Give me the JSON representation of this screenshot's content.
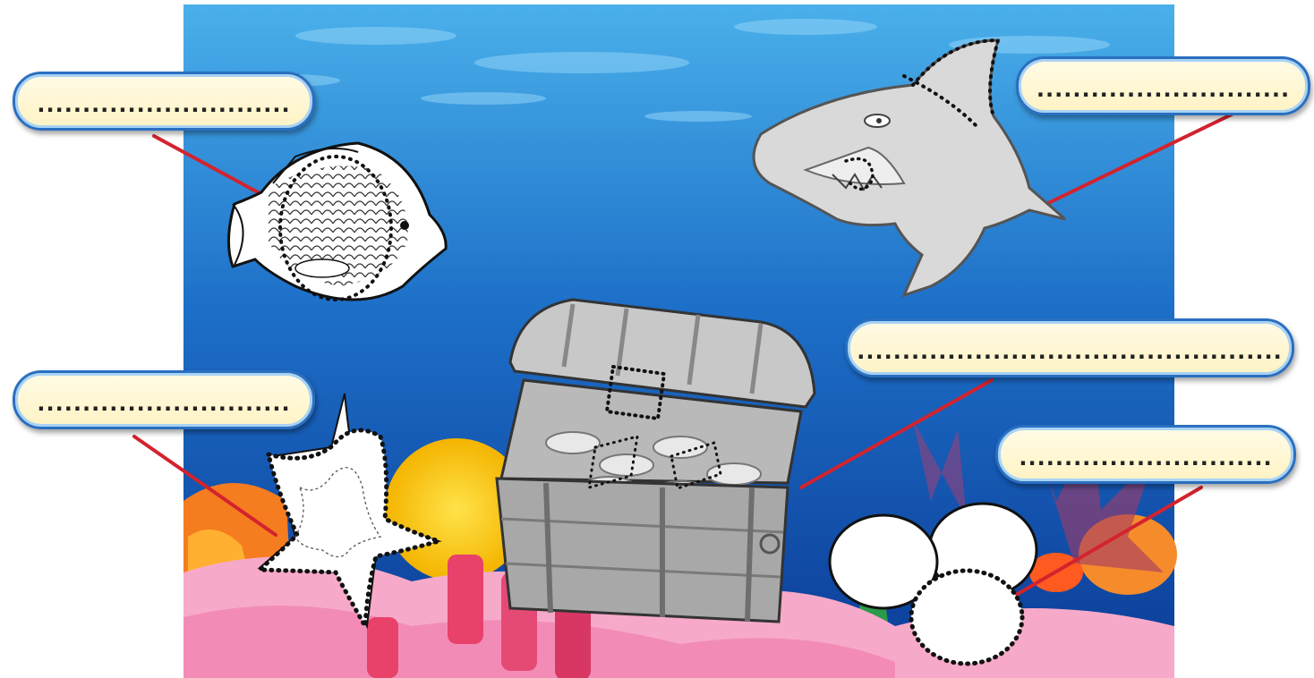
{
  "colors": {
    "water_top": "#3aa3e0",
    "water_bottom": "#0d3d9a",
    "pointer_line": "#d3232e",
    "box_border": "#2a6fc0",
    "box_fill": "#fff6d0"
  },
  "labels": [
    {
      "id": "fish",
      "text": "............................"
    },
    {
      "id": "shark",
      "text": "............................"
    },
    {
      "id": "starfish",
      "text": "............................"
    },
    {
      "id": "chest",
      "text": "..............................................."
    },
    {
      "id": "bubbles",
      "text": "............................"
    }
  ],
  "illustrations": [
    "fish-icon",
    "shark-icon",
    "starfish-icon",
    "treasure-chest-icon",
    "bubbles-icon"
  ]
}
